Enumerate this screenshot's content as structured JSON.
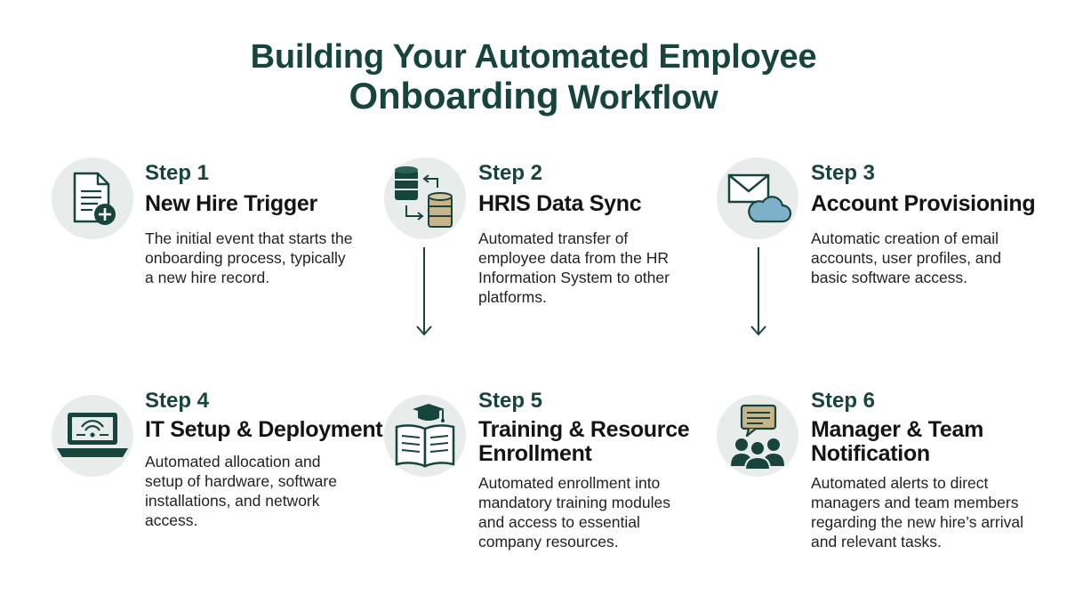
{
  "title": {
    "line1": "Building Your Automated Employee",
    "line2_bold": "Onboarding",
    "line2_rest": " Workflow"
  },
  "steps": [
    {
      "label": "Step 1",
      "name": "New Hire Trigger",
      "description": "The initial event that starts the onboarding process, typically a new hire record.",
      "icon": "document-plus-icon"
    },
    {
      "label": "Step 2",
      "name": "HRIS Data Sync",
      "description": "Automated transfer of employee data from the HR Information System to other platforms.",
      "icon": "database-sync-icon"
    },
    {
      "label": "Step 3",
      "name": "Account Provisioning",
      "description": "Automatic creation of email accounts, user profiles, and basic software access.",
      "icon": "email-cloud-icon"
    },
    {
      "label": "Step 4",
      "name": "IT Setup & Deployment",
      "description": "Automated allocation and setup of hardware, software installations, and network access.",
      "icon": "laptop-wifi-icon"
    },
    {
      "label": "Step 5",
      "name": "Training & Resource Enrollment",
      "description": "Automated enrollment into mandatory training modules and access to essential company resources.",
      "icon": "book-graduation-icon"
    },
    {
      "label": "Step 6",
      "name": "Manager & Team Notification",
      "description": "Automated alerts to direct managers and team members regarding the new hire’s arrival and relevant tasks.",
      "icon": "team-chat-icon"
    }
  ],
  "colors": {
    "primary": "#17453d",
    "accent_tan": "#c9b48a",
    "icon_bg": "#e8ecea",
    "cloud_blue": "#7fb0c9"
  }
}
